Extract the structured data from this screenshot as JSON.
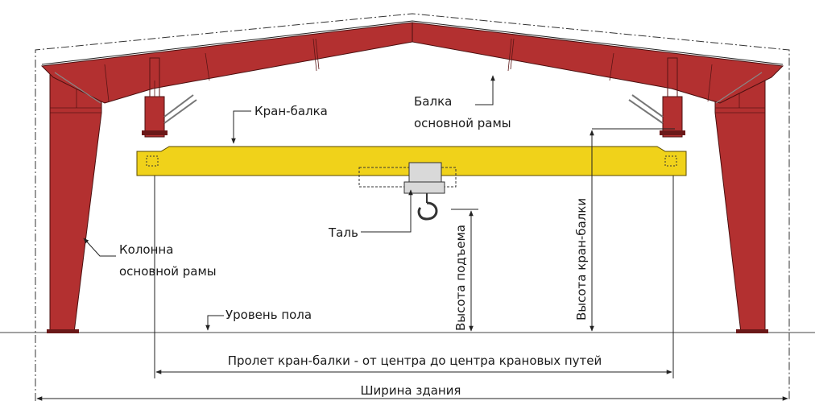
{
  "labels": {
    "crane_beam": "Кран-балка",
    "main_frame_beam_1": "Балка",
    "main_frame_beam_2": "основной рамы",
    "hoist": "Таль",
    "column_1": "Колонна",
    "column_2": "основной рамы",
    "floor_level": "Уровень пола",
    "lift_height": "Высота подъема",
    "crane_beam_height": "Высота кран-балки",
    "span": "Пролет кран-балки - от центра до центра крановых путей",
    "building_width": "Ширина здания"
  },
  "colors": {
    "frame": "#b33030",
    "crane_beam": "#f0d21a",
    "hoist": "#d9d9d9"
  }
}
